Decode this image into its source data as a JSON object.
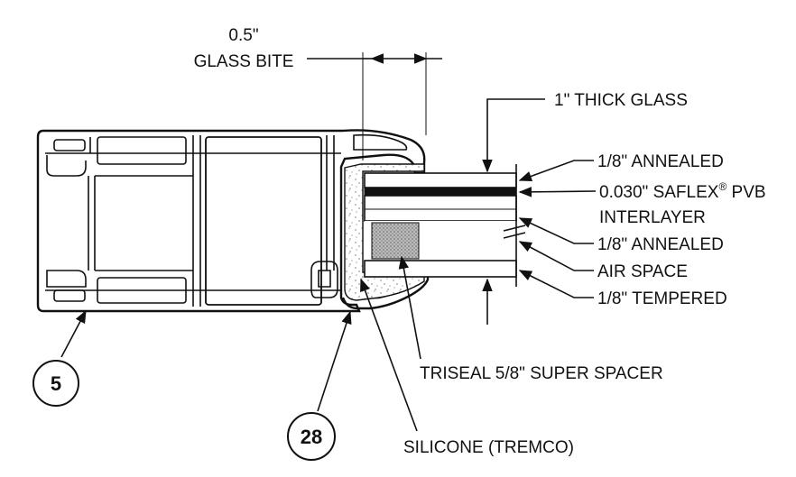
{
  "labels": {
    "glass_bite_value": "0.5\"",
    "glass_bite_text": "GLASS BITE",
    "thick_glass": "1\" THICK GLASS",
    "annealed_top": "1/8\" ANNEALED",
    "saflex_pre": "0.030\" SAFLEX",
    "saflex_reg": "®",
    "saflex_post": " PVB",
    "interlayer": "INTERLAYER",
    "annealed_mid": "1/8\" ANNEALED",
    "air_space": "AIR SPACE",
    "tempered": "1/8\" TEMPERED",
    "spacer": "TRISEAL 5/8\" SUPER SPACER",
    "silicone": "SILICONE (TREMCO)"
  },
  "bubbles": {
    "frame": "5",
    "stop": "28"
  }
}
